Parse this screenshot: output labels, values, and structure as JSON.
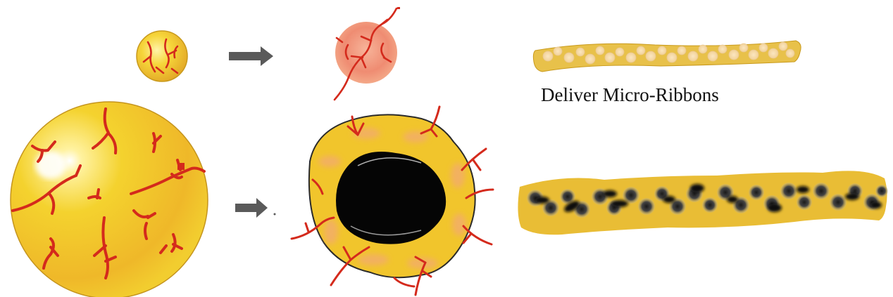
{
  "diagram": {
    "caption": "Deliver Micro-Ribbons",
    "colors": {
      "tissue_yellow": "#f3cf2e",
      "vessel_red": "#d42a1c",
      "inflamed_pink": "#f08a6a",
      "necrotic_core": "#050505",
      "ribbon_gold": "#e8c14a",
      "arrow_gray": "#5a5a5a"
    },
    "panels": [
      {
        "id": "small-organoid",
        "icon": "small-vascularized-sphere"
      },
      {
        "id": "arrow-top",
        "icon": "arrow-right-icon"
      },
      {
        "id": "small-organoid-inflamed",
        "icon": "inflamed-sphere"
      },
      {
        "id": "large-organoid",
        "icon": "large-vascularized-sphere"
      },
      {
        "id": "arrow-bottom",
        "icon": "arrow-right-icon"
      },
      {
        "id": "large-organoid-necrotic",
        "icon": "necrotic-core-sphere"
      },
      {
        "id": "micro-ribbon-healthy",
        "icon": "ribbon-with-cells"
      },
      {
        "id": "micro-ribbon-loaded",
        "icon": "ribbon-with-dark-cells"
      }
    ]
  }
}
